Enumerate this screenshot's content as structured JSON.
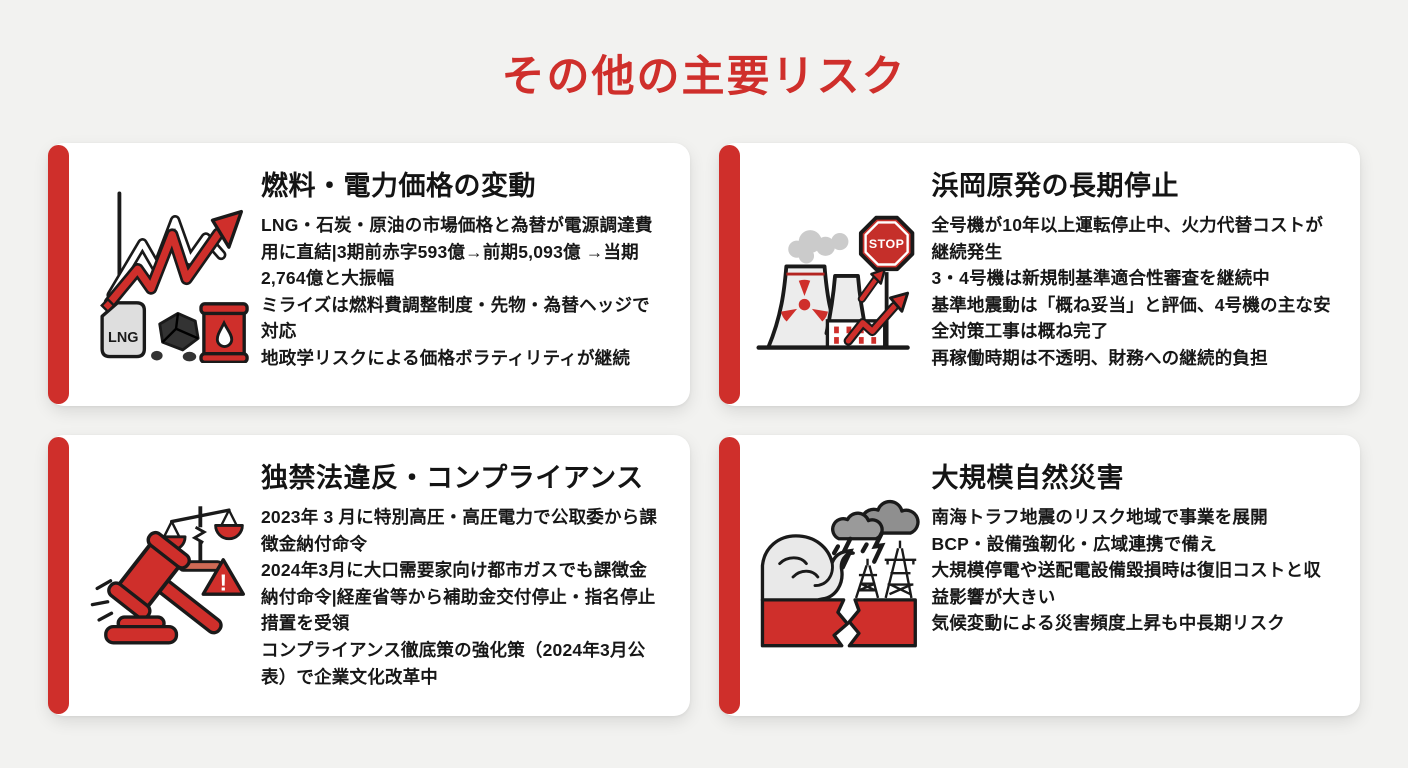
{
  "page": {
    "title": "その他の主要リスク",
    "colors": {
      "background": "#f2f2f0",
      "accent_red": "#cf2f2b",
      "card": "#ffffff",
      "text": "#171717"
    }
  },
  "cards": [
    {
      "icon": "fuel-price-chart-icon",
      "title": "燃料・電力価格の変動",
      "lines": [
        "LNG・石炭・原油の市場価格と為替が電源調達費用に直結|3期前赤字593億→前期5,093億 →当期2,764億と大振幅",
        "ミライズは燃料費調整制度・先物・為替ヘッジで対応",
        "地政学リスクによる価格ボラティリティが継続"
      ]
    },
    {
      "icon": "nuclear-plant-stop-icon",
      "title": "浜岡原発の長期停止",
      "lines": [
        "全号機が10年以上運転停止中、火力代替コストが継続発生",
        "3・4号機は新規制基準適合性審査を継続中",
        "基準地震動は「概ね妥当」と評価、4号機の主な安全対策工事は概ね完了",
        "再稼働時期は不透明、財務への継続的負担"
      ]
    },
    {
      "icon": "gavel-compliance-icon",
      "title": "独禁法違反・コンプライアンス",
      "lines": [
        "2023年 3 月に特別高圧・高圧電力で公取委から課徴金納付命令",
        "2024年3月に大口需要家向け都市ガスでも課徴金納付命令|経産省等から補助金交付停止・指名停止措置を受領",
        "コンプライアンス徹底策の強化策（2024年3月公表）で企業文化改革中"
      ]
    },
    {
      "icon": "natural-disaster-icon",
      "title": "大規模自然災害",
      "lines": [
        "南海トラフ地震のリスク地域で事業を展開",
        "BCP・設備強靭化・広域連携で備え",
        "大規模停電や送配電設備毀損時は復旧コストと収益影響が大きい",
        "気候変動による災害頻度上昇も中長期リスク"
      ]
    }
  ],
  "icon_labels": {
    "lng": "LNG",
    "stop": "STOP",
    "warning": "!"
  }
}
